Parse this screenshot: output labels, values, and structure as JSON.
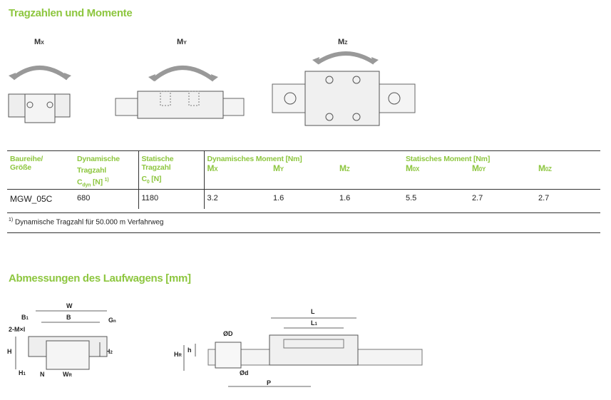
{
  "section1": {
    "title": "Tragzahlen und Momente"
  },
  "diagrams_top": {
    "mx": "M",
    "mx_sub": "X",
    "my": "M",
    "my_sub": "Y",
    "mz": "M",
    "mz_sub": "Z"
  },
  "table": {
    "col1": [
      "Baureihe/",
      "Größe"
    ],
    "col2": [
      "Dynamische",
      "Tragzahl",
      "C",
      "dyn",
      " [N] ",
      "1)"
    ],
    "col3": [
      "Statische Tragzahl",
      "C",
      "0",
      " [N]"
    ],
    "dyn_moment": "Dynamisches Moment [Nm]",
    "stat_moment": "Statisches Moment [Nm]",
    "moments": [
      {
        "m": "M",
        "sub": "X"
      },
      {
        "m": "M",
        "sub": "Y"
      },
      {
        "m": "M",
        "sub": "Z"
      },
      {
        "m": "M",
        "sub": "0X"
      },
      {
        "m": "M",
        "sub": "0Y"
      },
      {
        "m": "M",
        "sub": "0Z"
      }
    ],
    "row": {
      "model": "MGW_05C",
      "cdyn": "680",
      "c0": "1180",
      "mx": "3.2",
      "my": "1.6",
      "mz": "1.6",
      "m0x": "5.5",
      "m0y": "2.7",
      "m0z": "2.7"
    }
  },
  "footnote": {
    "sup": "1)",
    "text": " Dynamische Tragzahl für 50.000 m Verfahrweg"
  },
  "section2": {
    "title": "Abmessungen des Laufwagens [mm]"
  },
  "dims_left": {
    "W": "W",
    "B": "B",
    "B1": "B",
    "B1_sub": "1",
    "G": "G",
    "G_sub": "n",
    "M": "2-M×l",
    "H": "H",
    "H2": "H",
    "H2_sub": "2",
    "H1": "H",
    "H1_sub": "1",
    "N": "N",
    "WR": "W",
    "WR_sub": "R"
  },
  "dims_right": {
    "L": "L",
    "L1": "L",
    "L1_sub": "1",
    "D": "ØD",
    "d": "Ød",
    "h": "h",
    "HR": "H",
    "HR_sub": "R",
    "P": "P"
  }
}
